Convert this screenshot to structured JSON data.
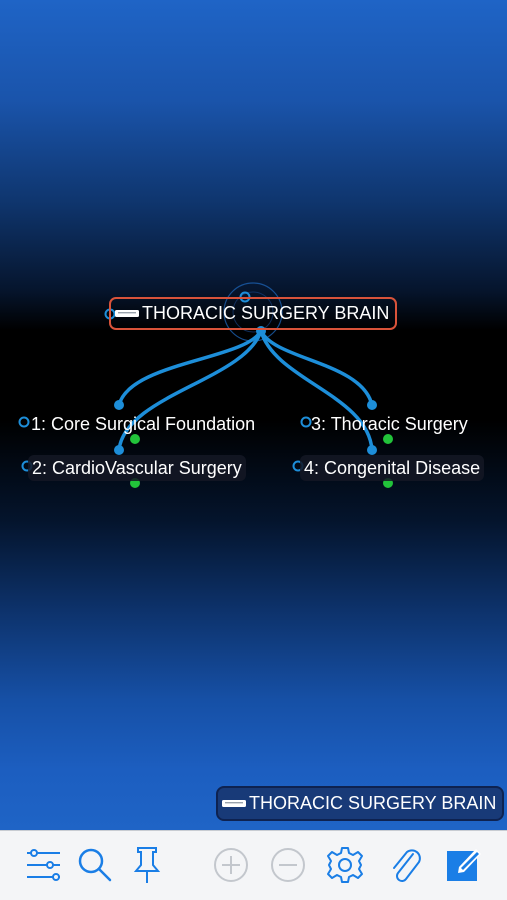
{
  "mindmap": {
    "root_label": "THORACIC SURGERY BRAIN",
    "nodes": [
      {
        "label": "1: Core Surgical Foundation"
      },
      {
        "label": "2: CardioVascular Surgery"
      },
      {
        "label": "3: Thoracic Surgery"
      },
      {
        "label": "4: Congenital Disease"
      }
    ]
  },
  "breadcrumb": {
    "label": "THORACIC SURGERY BRAIN"
  },
  "colors": {
    "accent": "#1a8fe0",
    "root_border": "#d9533a",
    "link": "#1d8ed9",
    "child_dot": "#22c33a",
    "toolbar_icon": "#1a7ee6",
    "toolbar_icon_disabled": "#c3c7cd"
  },
  "toolbar": {
    "icons": [
      "filters-icon",
      "search-icon",
      "pin-icon",
      "zoom-in-icon",
      "zoom-out-icon",
      "gear-icon",
      "paperclip-icon",
      "edit-icon"
    ]
  }
}
